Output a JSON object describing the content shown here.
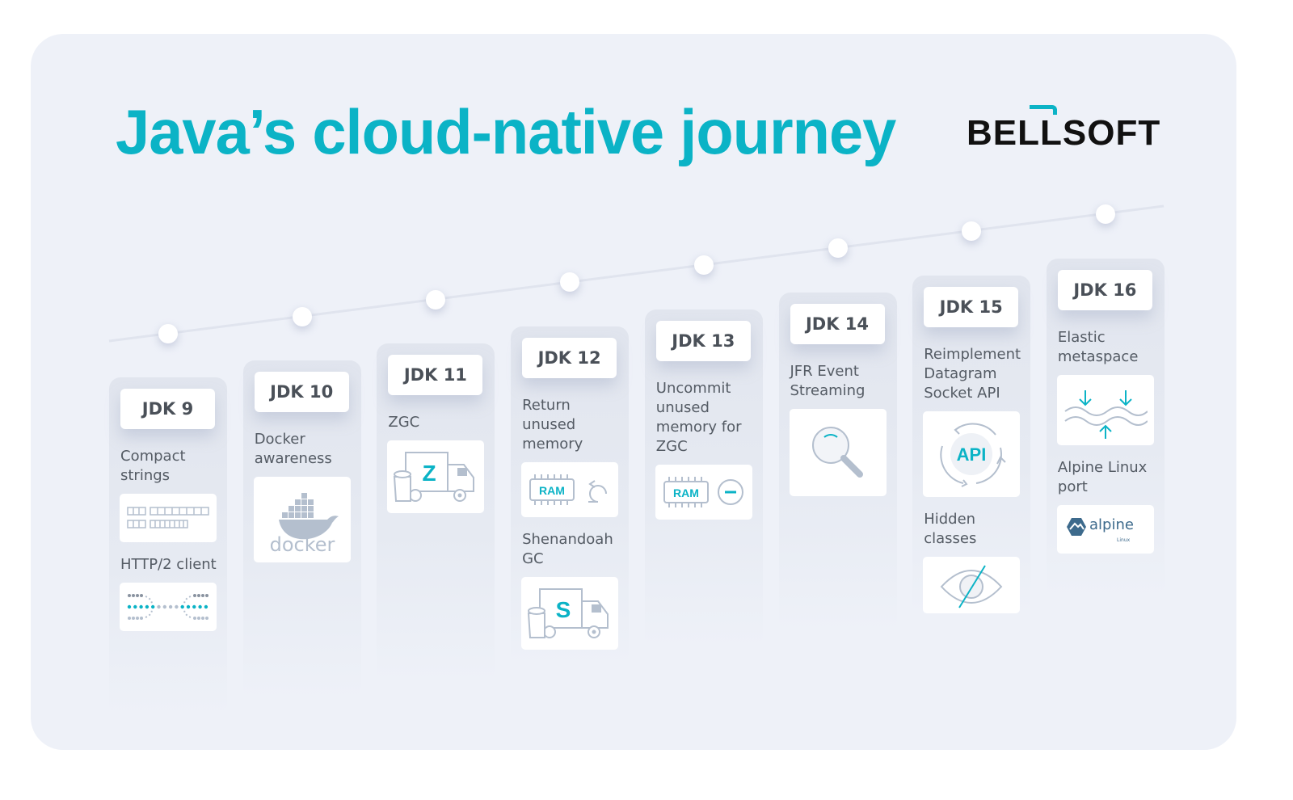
{
  "title": "Java’s cloud-native journey",
  "logo": "BELLSOFT",
  "colors": {
    "accent": "#0bb3c6",
    "text": "#545b64",
    "icon_gray": "#b4bfce"
  },
  "releases": [
    {
      "label": "JDK 9",
      "features": [
        {
          "name": "Compact strings",
          "icon": "compact-strings",
          "h": 60
        },
        {
          "name": "HTTP/2 client",
          "icon": "http2",
          "h": 60
        }
      ]
    },
    {
      "label": "JDK 10",
      "features": [
        {
          "name": "Docker awareness",
          "icon": "docker",
          "h": 106,
          "text": "docker"
        }
      ]
    },
    {
      "label": "JDK 11",
      "features": [
        {
          "name": "ZGC",
          "icon": "truck-z",
          "h": 90,
          "text": "Z"
        }
      ]
    },
    {
      "label": "JDK 12",
      "features": [
        {
          "name": "Return unused memory",
          "icon": "ram-return",
          "h": 68,
          "text": "RAM"
        },
        {
          "name": "Shenandoah GC",
          "icon": "truck-s",
          "h": 90,
          "text": "S"
        }
      ]
    },
    {
      "label": "JDK 13",
      "features": [
        {
          "name": "Uncommit unused memory for ZGC",
          "icon": "ram-minus",
          "h": 68,
          "text": "RAM"
        }
      ]
    },
    {
      "label": "JDK 14",
      "features": [
        {
          "name": "JFR Event Streaming",
          "icon": "magnifier",
          "h": 108
        }
      ]
    },
    {
      "label": "JDK 15",
      "features": [
        {
          "name": "Reimplement Datagram Socket API",
          "icon": "api-cycle",
          "h": 106,
          "text": "API"
        },
        {
          "name": "Hidden classes",
          "icon": "eye-hidden",
          "h": 70
        }
      ]
    },
    {
      "label": "JDK 16",
      "features": [
        {
          "name": "Elastic metaspace",
          "icon": "elastic",
          "h": 87
        },
        {
          "name": "Alpine Linux port",
          "icon": "alpine",
          "h": 60,
          "text": "alpine"
        }
      ]
    }
  ]
}
